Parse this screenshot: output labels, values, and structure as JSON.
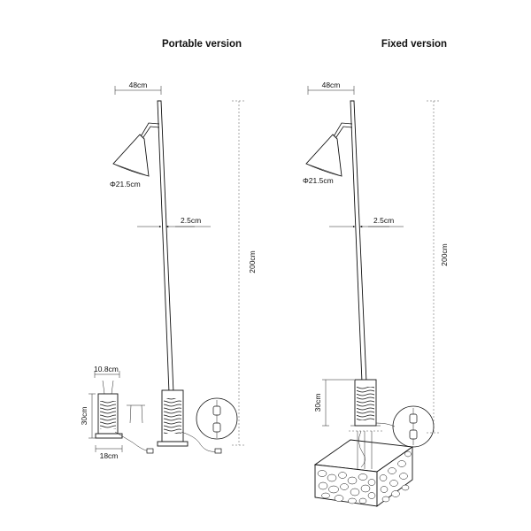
{
  "panels": [
    {
      "id": "portable",
      "title": "Portable version",
      "dims": {
        "shade_reach": "48cm",
        "shade_diameter": "Φ21.5cm",
        "pole_width": "2.5cm",
        "height": "200cm",
        "base_top_width": "10.8cm",
        "base_height": "30cm",
        "base_width": "18cm"
      }
    },
    {
      "id": "fixed",
      "title": "Fixed version",
      "dims": {
        "shade_reach": "48cm",
        "shade_diameter": "Φ21.5cm",
        "pole_width": "2.5cm",
        "height": "200cm",
        "base_height": "30cm"
      }
    }
  ]
}
